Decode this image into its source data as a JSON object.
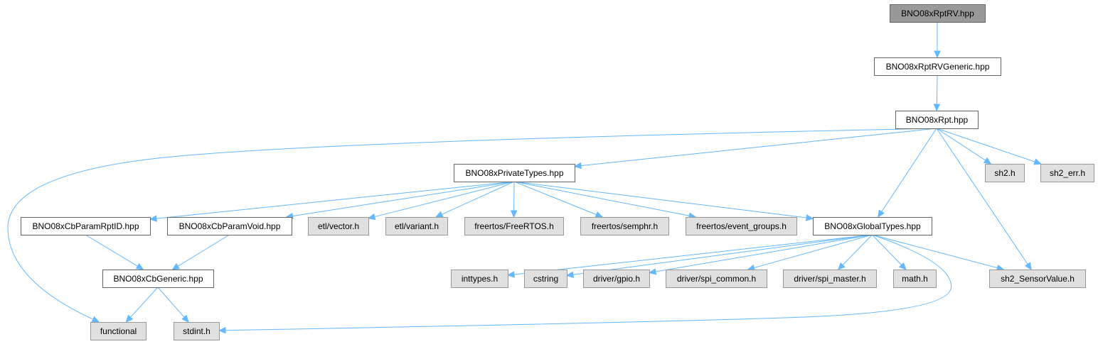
{
  "colors": {
    "edge": "#63b8ff",
    "root_fill": "#999999",
    "root_stroke": "#666666",
    "project_fill": "#ffffff",
    "project_stroke": "#666666",
    "external_fill": "#e0e0e0",
    "external_stroke": "#999999"
  },
  "nodes": [
    {
      "id": "rptrv",
      "label": "BNO08xRptRV.hpp",
      "kind": "root"
    },
    {
      "id": "rptrvgen",
      "label": "BNO08xRptRVGeneric.hpp",
      "kind": "project"
    },
    {
      "id": "rpt",
      "label": "BNO08xRpt.hpp",
      "kind": "project"
    },
    {
      "id": "privtypes",
      "label": "BNO08xPrivateTypes.hpp",
      "kind": "project"
    },
    {
      "id": "sh2",
      "label": "sh2.h",
      "kind": "external"
    },
    {
      "id": "sh2err",
      "label": "sh2_err.h",
      "kind": "external"
    },
    {
      "id": "cbrptid",
      "label": "BNO08xCbParamRptID.hpp",
      "kind": "project"
    },
    {
      "id": "cbvoid",
      "label": "BNO08xCbParamVoid.hpp",
      "kind": "project"
    },
    {
      "id": "etlvector",
      "label": "etl/vector.h",
      "kind": "external"
    },
    {
      "id": "etlvariant",
      "label": "etl/variant.h",
      "kind": "external"
    },
    {
      "id": "frtos",
      "label": "freertos/FreeRTOS.h",
      "kind": "external"
    },
    {
      "id": "semphr",
      "label": "freertos/semphr.h",
      "kind": "external"
    },
    {
      "id": "evgroups",
      "label": "freertos/event_groups.h",
      "kind": "external"
    },
    {
      "id": "globtypes",
      "label": "BNO08xGlobalTypes.hpp",
      "kind": "project"
    },
    {
      "id": "cbgeneric",
      "label": "BNO08xCbGeneric.hpp",
      "kind": "project"
    },
    {
      "id": "inttypes",
      "label": "inttypes.h",
      "kind": "external"
    },
    {
      "id": "cstring",
      "label": "cstring",
      "kind": "external"
    },
    {
      "id": "gpio",
      "label": "driver/gpio.h",
      "kind": "external"
    },
    {
      "id": "spicommon",
      "label": "driver/spi_common.h",
      "kind": "external"
    },
    {
      "id": "spimaster",
      "label": "driver/spi_master.h",
      "kind": "external"
    },
    {
      "id": "math",
      "label": "math.h",
      "kind": "external"
    },
    {
      "id": "sensorvalue",
      "label": "sh2_SensorValue.h",
      "kind": "external"
    },
    {
      "id": "functional",
      "label": "functional",
      "kind": "external"
    },
    {
      "id": "stdint",
      "label": "stdint.h",
      "kind": "external"
    }
  ],
  "edges": [
    {
      "from": "rptrv",
      "to": "rptrvgen"
    },
    {
      "from": "rptrvgen",
      "to": "rpt"
    },
    {
      "from": "rpt",
      "to": "functional"
    },
    {
      "from": "rpt",
      "to": "privtypes"
    },
    {
      "from": "rpt",
      "to": "globtypes"
    },
    {
      "from": "rpt",
      "to": "sh2"
    },
    {
      "from": "rpt",
      "to": "sh2err"
    },
    {
      "from": "rpt",
      "to": "sensorvalue"
    },
    {
      "from": "privtypes",
      "to": "cbrptid"
    },
    {
      "from": "privtypes",
      "to": "cbvoid"
    },
    {
      "from": "privtypes",
      "to": "etlvector"
    },
    {
      "from": "privtypes",
      "to": "etlvariant"
    },
    {
      "from": "privtypes",
      "to": "frtos"
    },
    {
      "from": "privtypes",
      "to": "semphr"
    },
    {
      "from": "privtypes",
      "to": "evgroups"
    },
    {
      "from": "privtypes",
      "to": "globtypes"
    },
    {
      "from": "cbrptid",
      "to": "cbgeneric"
    },
    {
      "from": "cbvoid",
      "to": "cbgeneric"
    },
    {
      "from": "cbgeneric",
      "to": "functional"
    },
    {
      "from": "cbgeneric",
      "to": "stdint"
    },
    {
      "from": "globtypes",
      "to": "inttypes"
    },
    {
      "from": "globtypes",
      "to": "cstring"
    },
    {
      "from": "globtypes",
      "to": "gpio"
    },
    {
      "from": "globtypes",
      "to": "spicommon"
    },
    {
      "from": "globtypes",
      "to": "spimaster"
    },
    {
      "from": "globtypes",
      "to": "math"
    },
    {
      "from": "globtypes",
      "to": "sensorvalue"
    },
    {
      "from": "globtypes",
      "to": "stdint"
    }
  ]
}
